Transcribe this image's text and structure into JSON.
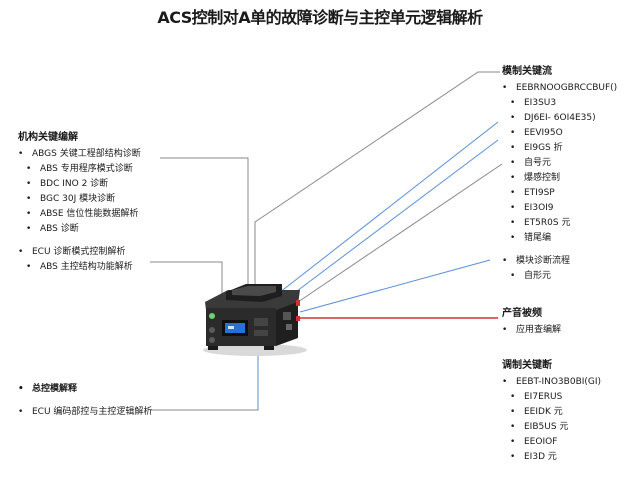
{
  "title": "ACS控制对A单的故障诊断与主控单元逻辑解析",
  "left_top": {
    "heading": "机构关键编解",
    "items": [
      {
        "text": "ABGS 关键工程部结构诊断",
        "sub": false
      },
      {
        "text": "ABS 专用程序模式诊断",
        "sub": true
      },
      {
        "text": "BDC INO 2 诊断",
        "sub": true
      },
      {
        "text": "BGC 30J 模块诊断",
        "sub": true
      },
      {
        "text": "ABSE 信位性能数据解析",
        "sub": true
      },
      {
        "text": "ABS 诊断",
        "sub": true
      },
      {
        "text": "ECU 诊断模式控制解析",
        "sub": false,
        "gap": true
      },
      {
        "text": "ABS 主控结构功能解析",
        "sub": true
      }
    ]
  },
  "left_bottom": {
    "items": [
      {
        "text": "总控模解释"
      },
      {
        "text": "ECU 编码部控与主控逻辑解析"
      }
    ]
  },
  "right_top": {
    "heading": "模制关键流",
    "items": [
      {
        "text": "EEBRNOOGBRCCBUF()",
        "sub": false
      },
      {
        "text": "EI3SU3",
        "sub": true
      },
      {
        "text": "DJ6EI- 6OI4E35)",
        "sub": true
      },
      {
        "text": "EEVI95O",
        "sub": true
      },
      {
        "text": "EI9GS 折",
        "sub": true
      },
      {
        "text": "自号元",
        "sub": true
      },
      {
        "text": "爆感控制",
        "sub": true
      },
      {
        "text": "ETI9SP",
        "sub": true
      },
      {
        "text": "EI3OI9",
        "sub": true
      },
      {
        "text": "ET5R0S 元",
        "sub": true
      },
      {
        "text": "错尾编",
        "sub": true
      },
      {
        "text": "模块诊断流程",
        "sub": false,
        "gap": true
      },
      {
        "text": "自形元",
        "sub": true
      }
    ]
  },
  "right_mid": {
    "heading": "产音被频",
    "items": [
      {
        "text": "应用查编解"
      }
    ]
  },
  "right_bottom": {
    "heading": "调制关键断",
    "items": [
      {
        "text": "EEBT-INO3B0BI(GI)",
        "sub": false
      },
      {
        "text": "EI7ERUS",
        "sub": true
      },
      {
        "text": "EEIDK 元",
        "sub": true
      },
      {
        "text": "EIB5US 元",
        "sub": true
      },
      {
        "text": "EEOIOF",
        "sub": true
      },
      {
        "text": "EI3D 元",
        "sub": true
      }
    ]
  },
  "colors": {
    "line_gray": "#888888",
    "line_blue": "#5a8fd8",
    "line_red": "#d03030",
    "device_body": "#2b2b2b",
    "screen": "#2a6fd6"
  }
}
